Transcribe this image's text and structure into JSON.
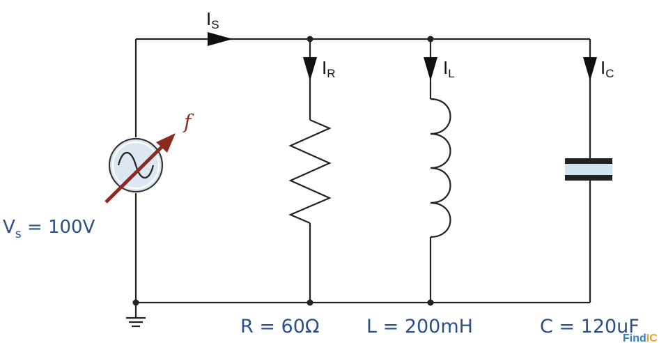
{
  "labels": {
    "source_current": {
      "main": "I",
      "sub": "S"
    },
    "resistor_current": {
      "main": "I",
      "sub": "R"
    },
    "inductor_current": {
      "main": "I",
      "sub": "L"
    },
    "capacitor_current": {
      "main": "I",
      "sub": "C"
    },
    "frequency": "f",
    "source_voltage": {
      "main": "V",
      "sub": "s",
      "rest": " = 100V"
    },
    "resistor_value": "R = 60Ω",
    "inductor_value": "L = 200mH",
    "capacitor_value": "C = 120uF"
  },
  "watermark": {
    "part1": "Find",
    "part2": "IC"
  },
  "colors": {
    "wire": "#222222",
    "value_text": "#2a4f8a",
    "frequency_arrow": "#8b2a20",
    "source_fill": "#dde7f2",
    "capacitor_plate_fill": "#cfe3f0",
    "watermark_part1": "#2c7fc1",
    "watermark_part2": "#f0a020"
  }
}
